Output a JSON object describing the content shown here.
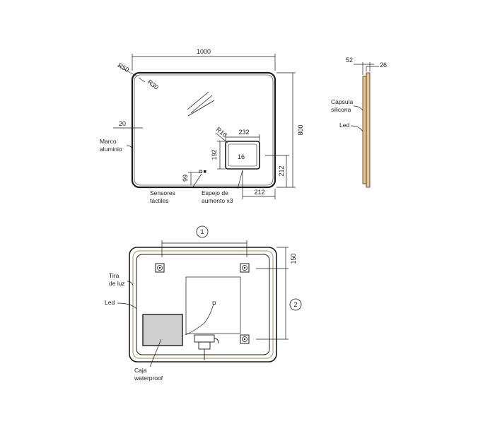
{
  "front_view": {
    "dimensions": {
      "width": "1000",
      "height": "800",
      "outer_radius": "R50",
      "inner_radius": "R30",
      "frame_offset": "20",
      "mag_radius": "R10",
      "mag_width": "232",
      "mag_height": "192",
      "mag_inner": "16",
      "sensor_offset": "99",
      "mag_right_offset": "212",
      "mag_bottom_offset": "212"
    },
    "labels": {
      "frame_line1": "Marco",
      "frame_line2": "aluminio",
      "sensors_line1": "Sensores",
      "sensors_line2": "táctiles",
      "magnifier_line1": "Espejo de",
      "magnifier_line2": "aumento x3"
    }
  },
  "side_view": {
    "dimensions": {
      "depth_total": "52",
      "depth_frame": "26"
    },
    "labels": {
      "capsule_line1": "Cápsula",
      "capsule_line2": "silicona",
      "led": "Led"
    }
  },
  "back_view": {
    "callouts": {
      "one": "1",
      "two": "2"
    },
    "dimensions": {
      "top_offset": "150"
    },
    "labels": {
      "strip_line1": "Tira",
      "strip_line2": "de luz",
      "led": "Led",
      "box_line1": "Caja",
      "box_line2": "waterproof"
    }
  },
  "colors": {
    "line": "#1a1a1a",
    "wood": "#e8c58c",
    "gold": "#b5a46a",
    "box_fill": "#cfcfcf"
  }
}
